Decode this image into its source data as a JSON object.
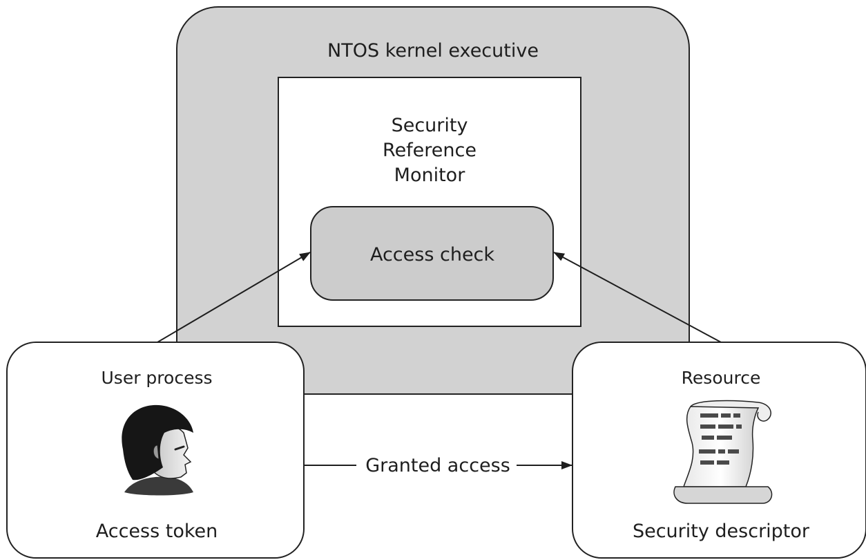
{
  "kernel": {
    "title": "NTOS kernel executive"
  },
  "srm": {
    "line1": "Security",
    "line2": "Reference",
    "line3": "Monitor"
  },
  "access_check": {
    "label": "Access check"
  },
  "user_process": {
    "title": "User process",
    "caption": "Access token",
    "icon": "user-head-icon"
  },
  "resource": {
    "title": "Resource",
    "caption": "Security descriptor",
    "icon": "document-scroll-icon"
  },
  "granted": {
    "label": "Granted access"
  },
  "colors": {
    "kernel_fill": "#d2d2d2",
    "access_check_fill": "#cccccc",
    "stroke": "#222222",
    "text": "#1e1e1e"
  }
}
